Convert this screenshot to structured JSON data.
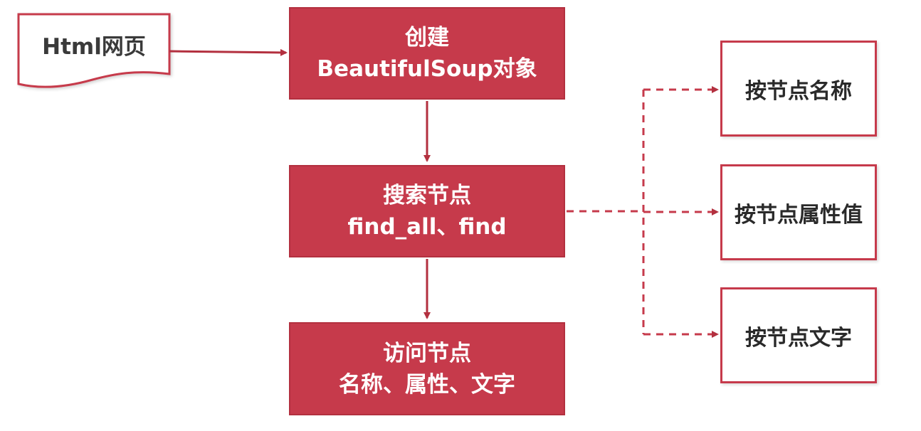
{
  "diagram": {
    "input_doc": "Html网页",
    "steps": [
      {
        "line1": "创建",
        "line2": "BeautifulSoup对象"
      },
      {
        "line1": "搜索节点",
        "line2": "find_all、find"
      },
      {
        "line1": "访问节点",
        "line2": "名称、属性、文字"
      }
    ],
    "search_options": [
      "按节点名称",
      "按节点属性值",
      "按节点文字"
    ]
  },
  "colors": {
    "accent": "#c63a4b",
    "accent_text": "#ffffff",
    "outline_text": "#2a2a2a"
  }
}
